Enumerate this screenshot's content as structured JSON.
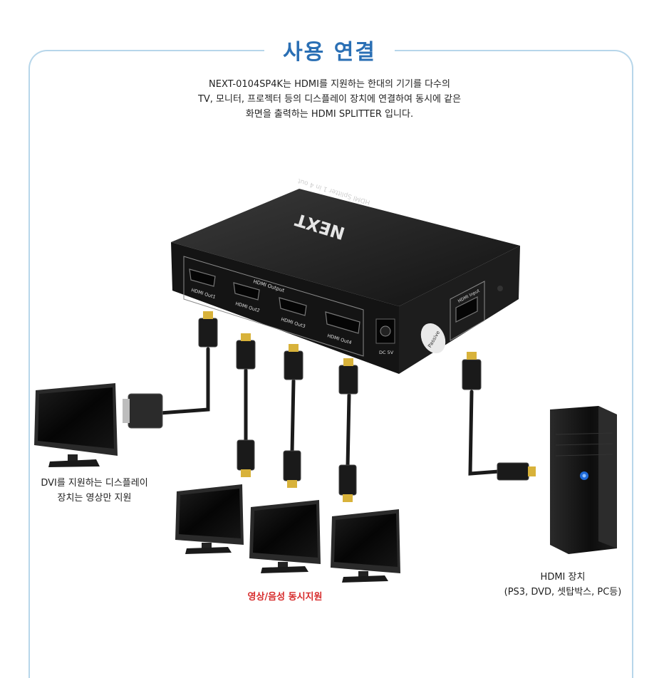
{
  "title": "사용 연결",
  "description": [
    "NEXT-0104SP4K는 HDMI를 지원하는 한대의 기기를 다수의",
    "TV, 모니터, 프로젝터 등의 디스플레이 장치에 연결하여 동시에 같은",
    "화면을 출력하는 HDMI SPLITTER 입니다."
  ],
  "device": {
    "brand": "NEXT",
    "top_label": "HDMI Splitter 1 in 4 out",
    "output_group_label": "HDMI Output",
    "ports": [
      "HDMI Out1",
      "HDMI Out2",
      "HDMI Out3",
      "HDMI Out4"
    ],
    "dc_label": "DC 5V",
    "input_label": "HDMI Input",
    "badge": "Passive"
  },
  "captions": {
    "dvi": [
      "DVI를 지원하는 디스플레이",
      "장치는 영상만 지원"
    ],
    "av": "영상/음성 동시지원",
    "source": [
      "HDMI 장치",
      "(PS3, DVD, 셋탑박스, PC등)"
    ]
  },
  "colors": {
    "title": "#2a6fb4",
    "frame": "#b7d6ea",
    "highlight": "#d72b2b",
    "connector_tip": "#d8b23a"
  }
}
